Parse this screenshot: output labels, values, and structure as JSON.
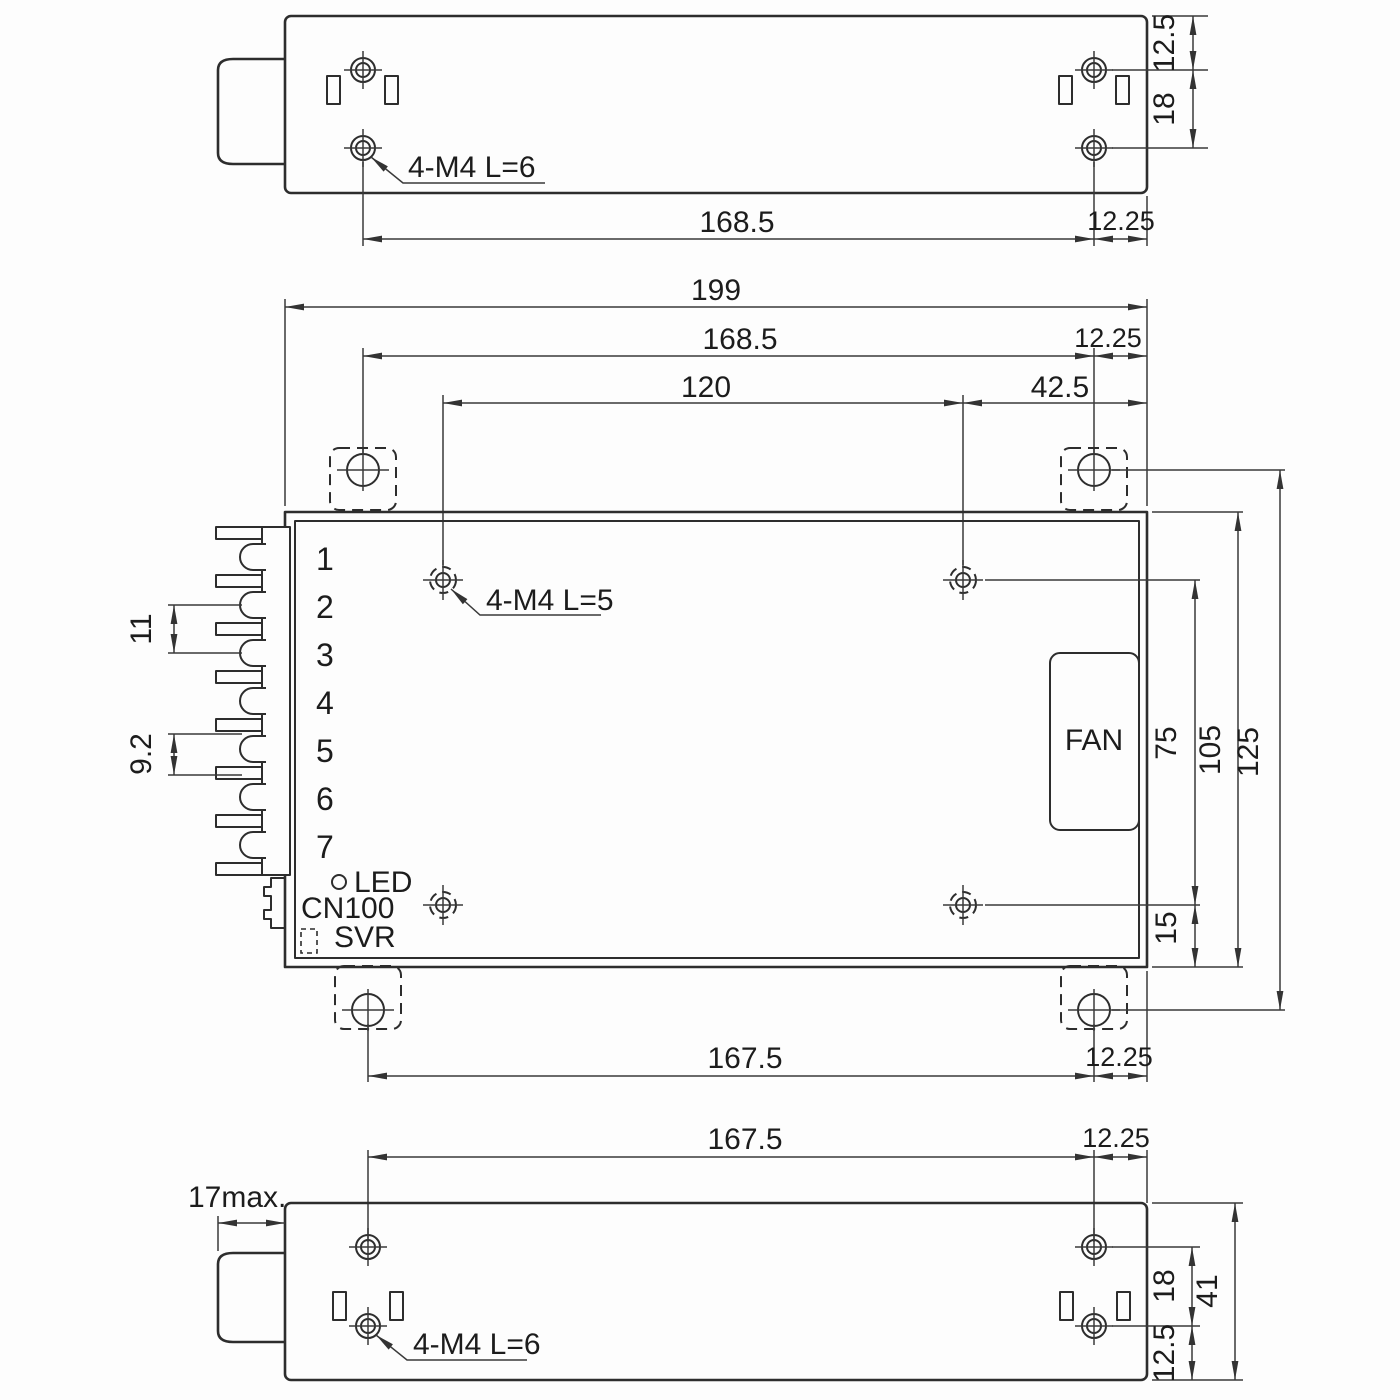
{
  "drawing": {
    "top_view": {
      "screw_note": "4-M4 L=6",
      "dim_edge_to_hole": "12.5",
      "dim_hole_pitch": "18",
      "dim_hole_span": "168.5",
      "dim_hole_to_edge": "12.25"
    },
    "main_view": {
      "dim_overall_width": "199",
      "dim_top_hole_span": "168.5",
      "dim_top_hole_to_edge": "12.25",
      "dim_screw_span": "120",
      "dim_screw_to_edge": "42.5",
      "screw_note": "4-M4 L=5",
      "dim_terminal_pitch_upper": "11",
      "dim_terminal_pitch_lower": "9.2",
      "terminals": [
        "1",
        "2",
        "3",
        "4",
        "5",
        "6",
        "7"
      ],
      "led_label": "LED",
      "cn100_label": "CN100",
      "svr_label": "SVR",
      "fan_label": "FAN",
      "dim_screw_span_v": "75",
      "dim_body_depth": "105",
      "dim_overall_depth": "125",
      "dim_screw_to_bottom": "15",
      "dim_bottom_hole_span": "167.5",
      "dim_bottom_hole_to_edge": "12.25"
    },
    "bottom_view": {
      "dim_hole_span": "167.5",
      "dim_hole_to_edge": "12.25",
      "dim_connector_protrusion": "17max.",
      "screw_note": "4-M4 L=6",
      "dim_hole_pitch": "18",
      "dim_overall_height": "41",
      "dim_hole_to_bottom": "12.5"
    }
  }
}
